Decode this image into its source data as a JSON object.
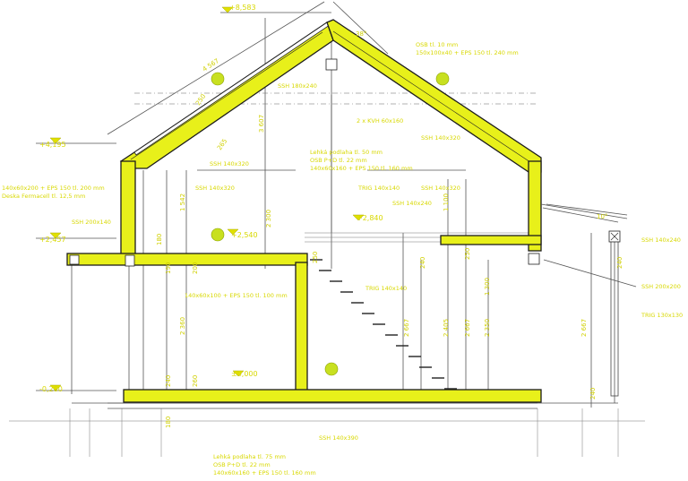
{
  "levels": {
    "ridge": "+8,583",
    "upper_left": "+4,195",
    "mid_left": "+2,457",
    "loft": "+2,840",
    "mid_inner": "+2,540",
    "ground": "±0,000",
    "ground_left": "-0,260"
  },
  "labels": {
    "roof_build": "OSB tl. 10 mm",
    "roof_build2": "150x100x40 + EPS 150 tl. 240 mm",
    "rafter1": "SSH 180x240",
    "rafter2": "SSH 140x320",
    "rafter3": "SSH 140x320",
    "collar": "2 x KVH 60x160",
    "wall_left": "SSH 140x320",
    "wall_comp": "140x60x200 + EPS 150 tl. 200 mm",
    "wall_comp2": "Deska Fermacell tl. 12,5 mm",
    "beam_left": "SSH 200x140",
    "floor_comp": "Lehká podlaha tl. 50 mm",
    "floor_comp2": "OSB P+D tl. 22 mm",
    "floor_comp3": "140x60x160 + EPS 150 tl. 160 mm",
    "trig_upper": "TRIG 140x140",
    "ssh_mid": "SSH 140x320",
    "ssh_240": "SSH 140x240",
    "int_wall": "140x60x100 + EPS 150 tl. 100 mm",
    "trig_stair": "TRIG 140x140",
    "canopy_beam": "SSH 140x240",
    "canopy_beam2": "SSH 200x200",
    "canopy_post": "TRIG 130x130",
    "base_beam": "SSH 140x390",
    "ground_floor": "Lehká podlaha tl. 75 mm",
    "ground_floor2": "OSB P+D tl. 22 mm",
    "ground_floor3": "140x60x160 + EPS 150 tl. 160 mm"
  },
  "angles": {
    "roof": "38°",
    "canopy": "10°"
  },
  "dims": {
    "roof_len": "4 567",
    "ridge_h": "3 607",
    "d1": "1 542",
    "d2": "1 100",
    "d3": "2 360",
    "d4": "2 300",
    "d5": "2 667",
    "d6": "2 667",
    "d7": "2 350",
    "d8": "2 667",
    "d9": "2 405",
    "d10": "1 300",
    "d11": "265",
    "d12": "250",
    "d13": "240",
    "d14": "240",
    "d15": "260",
    "d16": "240",
    "d17": "190",
    "d18": "200",
    "d19": "180",
    "d20": "180",
    "d21": "250",
    "d22": "240",
    "d23": "250"
  }
}
